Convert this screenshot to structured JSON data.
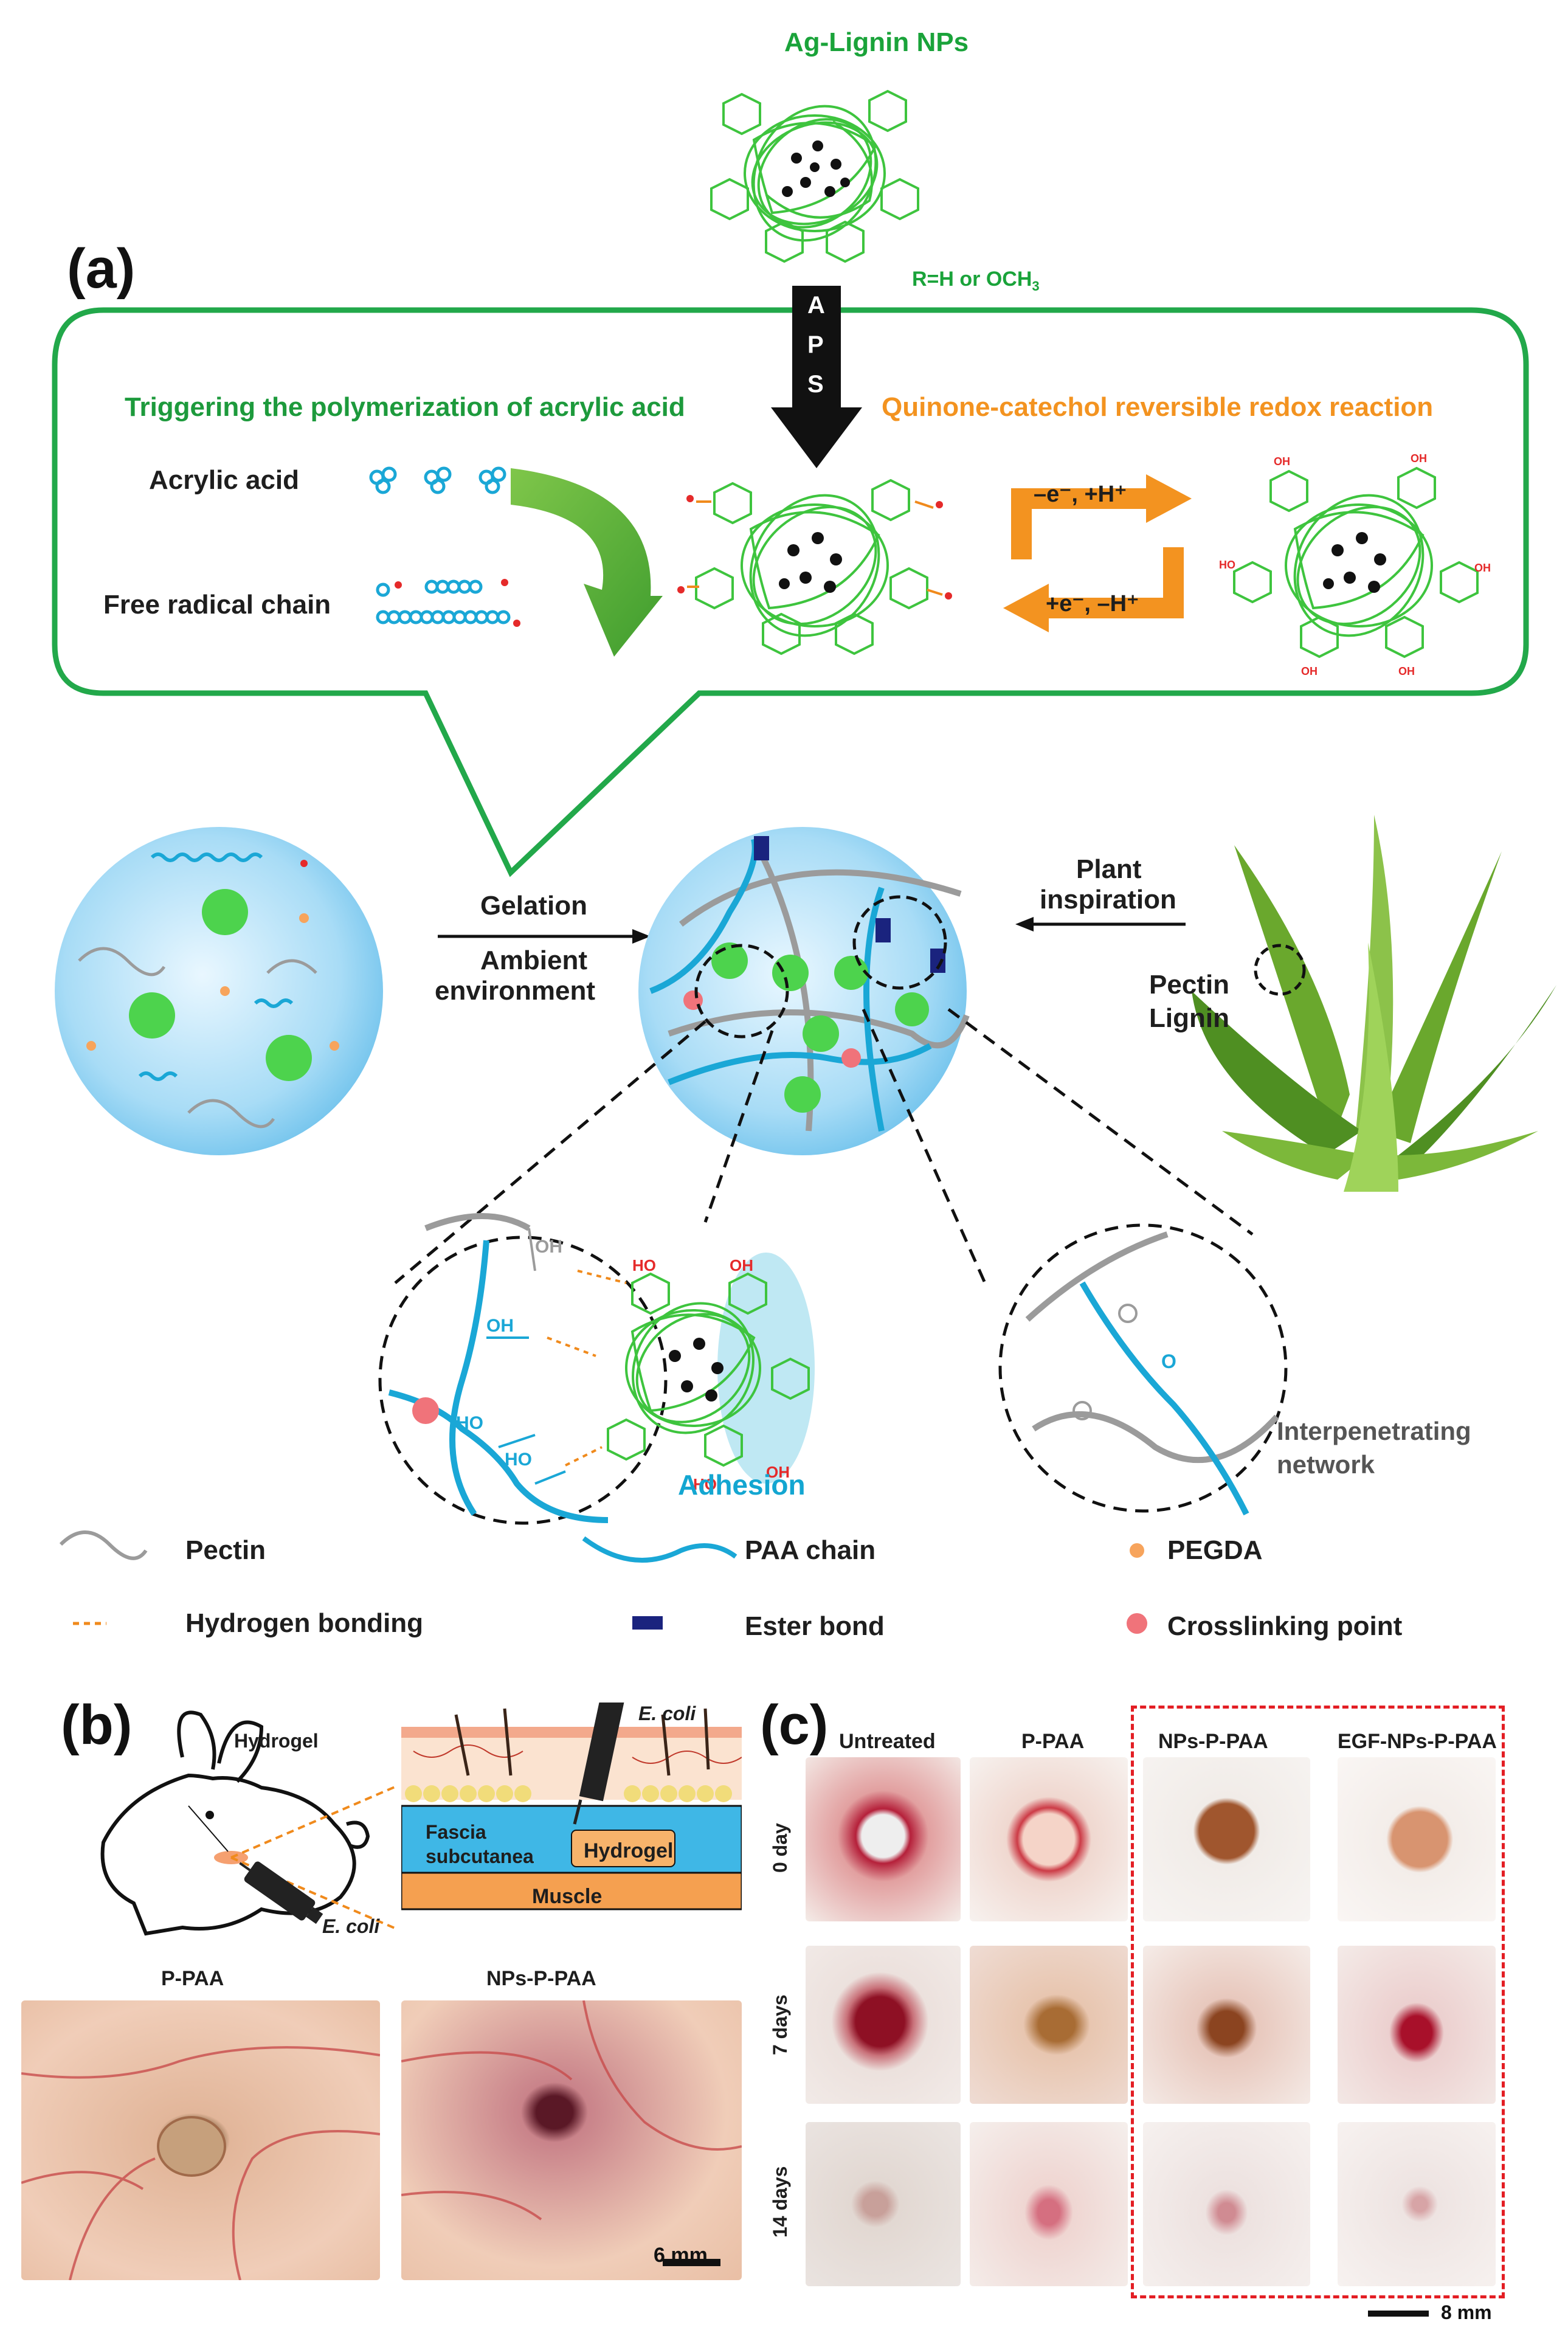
{
  "panel_a": {
    "label": "(a)",
    "np_title": "Ag-Lignin NPs",
    "r_def": "R=H or OCH",
    "r_def_sub": "3",
    "aps_letters": [
      "A",
      "P",
      "S"
    ],
    "left_title": "Triggering the polymerization of acrylic acid",
    "right_title": "Quinone-catechol reversible redox reaction",
    "acrylic_acid": "Acrylic acid",
    "free_radical": "Free radical chain",
    "redox_top": "–e⁻, +H⁺",
    "redox_bottom": "+e⁻, –H⁺",
    "gelation": "Gelation",
    "ambient_1": "Ambient",
    "ambient_2": "environment",
    "plant_1": "Plant",
    "plant_2": "inspiration",
    "pectin": "Pectin",
    "lignin": "Lignin",
    "adhesion": "Adhesion",
    "ipn_1": "Interpenetrating",
    "ipn_2": "network",
    "legend": {
      "pectin": "Pectin",
      "paa": "PAA  chain",
      "pegda": "PEGDA",
      "hbond": "Hydrogen bonding",
      "ester": "Ester bond",
      "crosslink": "Crosslinking point"
    }
  },
  "panel_b": {
    "label": "(b)",
    "hydrogel": "Hydrogel",
    "ecoli_top": "E. coli",
    "ecoli_bottom": "E. coli",
    "fascia_1": "Fascia",
    "fascia_2": "subcutanea",
    "hydrogel_box": "Hydrogel",
    "muscle": "Muscle",
    "photo_left": "P-PAA",
    "photo_right": "NPs-P-PAA",
    "scale": "6 mm"
  },
  "panel_c": {
    "label": "(c)",
    "columns": [
      "Untreated",
      "P-PAA",
      "NPs-P-PAA",
      "EGF-NPs-P-PAA"
    ],
    "rows": [
      "0 day",
      "7 days",
      "14 days"
    ],
    "scale": "8 mm"
  }
}
